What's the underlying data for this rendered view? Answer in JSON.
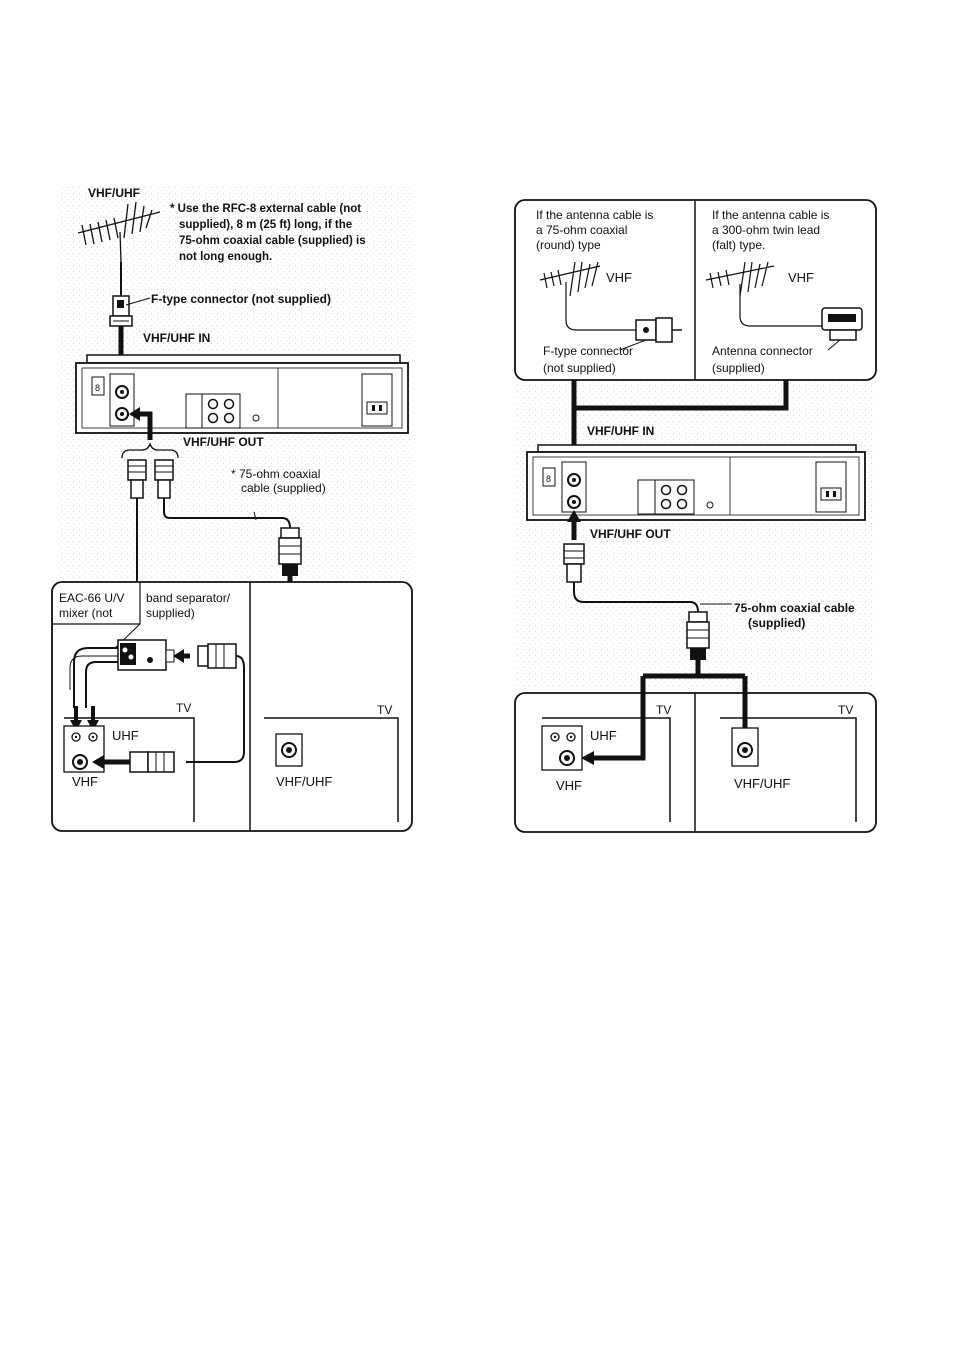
{
  "left": {
    "antenna_label": "VHF/UHF",
    "note_lines": [
      "* Use the RFC-8 external cable (not",
      "supplied), 8 m (25 ft) long, if the",
      "75-ohm coaxial cable (supplied) is",
      "not long enough."
    ],
    "f_connector_label": "F-type connector (not supplied)",
    "vhf_uhf_in": "VHF/UHF IN",
    "vhf_uhf_out": "VHF/UHF OUT",
    "coax_label_lines": [
      "* 75-ohm coaxial",
      "cable (supplied)"
    ],
    "separator_lines": [
      "EAC-66 U/V",
      "mixer (not",
      "band separator/",
      "supplied)"
    ],
    "tv1": {
      "label": "TV",
      "uhf": "UHF",
      "vhf": "VHF"
    },
    "tv2": {
      "label": "TV",
      "port": "VHF/UHF"
    }
  },
  "right": {
    "panel1": {
      "lines": [
        "If the antenna cable is",
        "a 75-ohm coaxial",
        "(round) type"
      ],
      "vhf": "VHF",
      "connector_lines": [
        "F-type connector",
        "(not supplied)"
      ]
    },
    "panel2": {
      "lines": [
        "If the antenna cable is",
        "a 300-ohm twin lead",
        "(falt) type."
      ],
      "vhf": "VHF",
      "connector_lines": [
        "Antenna connector",
        "(supplied)"
      ]
    },
    "vhf_uhf_in": "VHF/UHF IN",
    "vhf_uhf_out": "VHF/UHF OUT",
    "coax_label_lines": [
      "75-ohm coaxial cable",
      "(supplied)"
    ],
    "tv1": {
      "label": "TV",
      "uhf": "UHF",
      "vhf": "VHF"
    },
    "tv2": {
      "label": "TV",
      "port": "VHF/UHF"
    }
  }
}
